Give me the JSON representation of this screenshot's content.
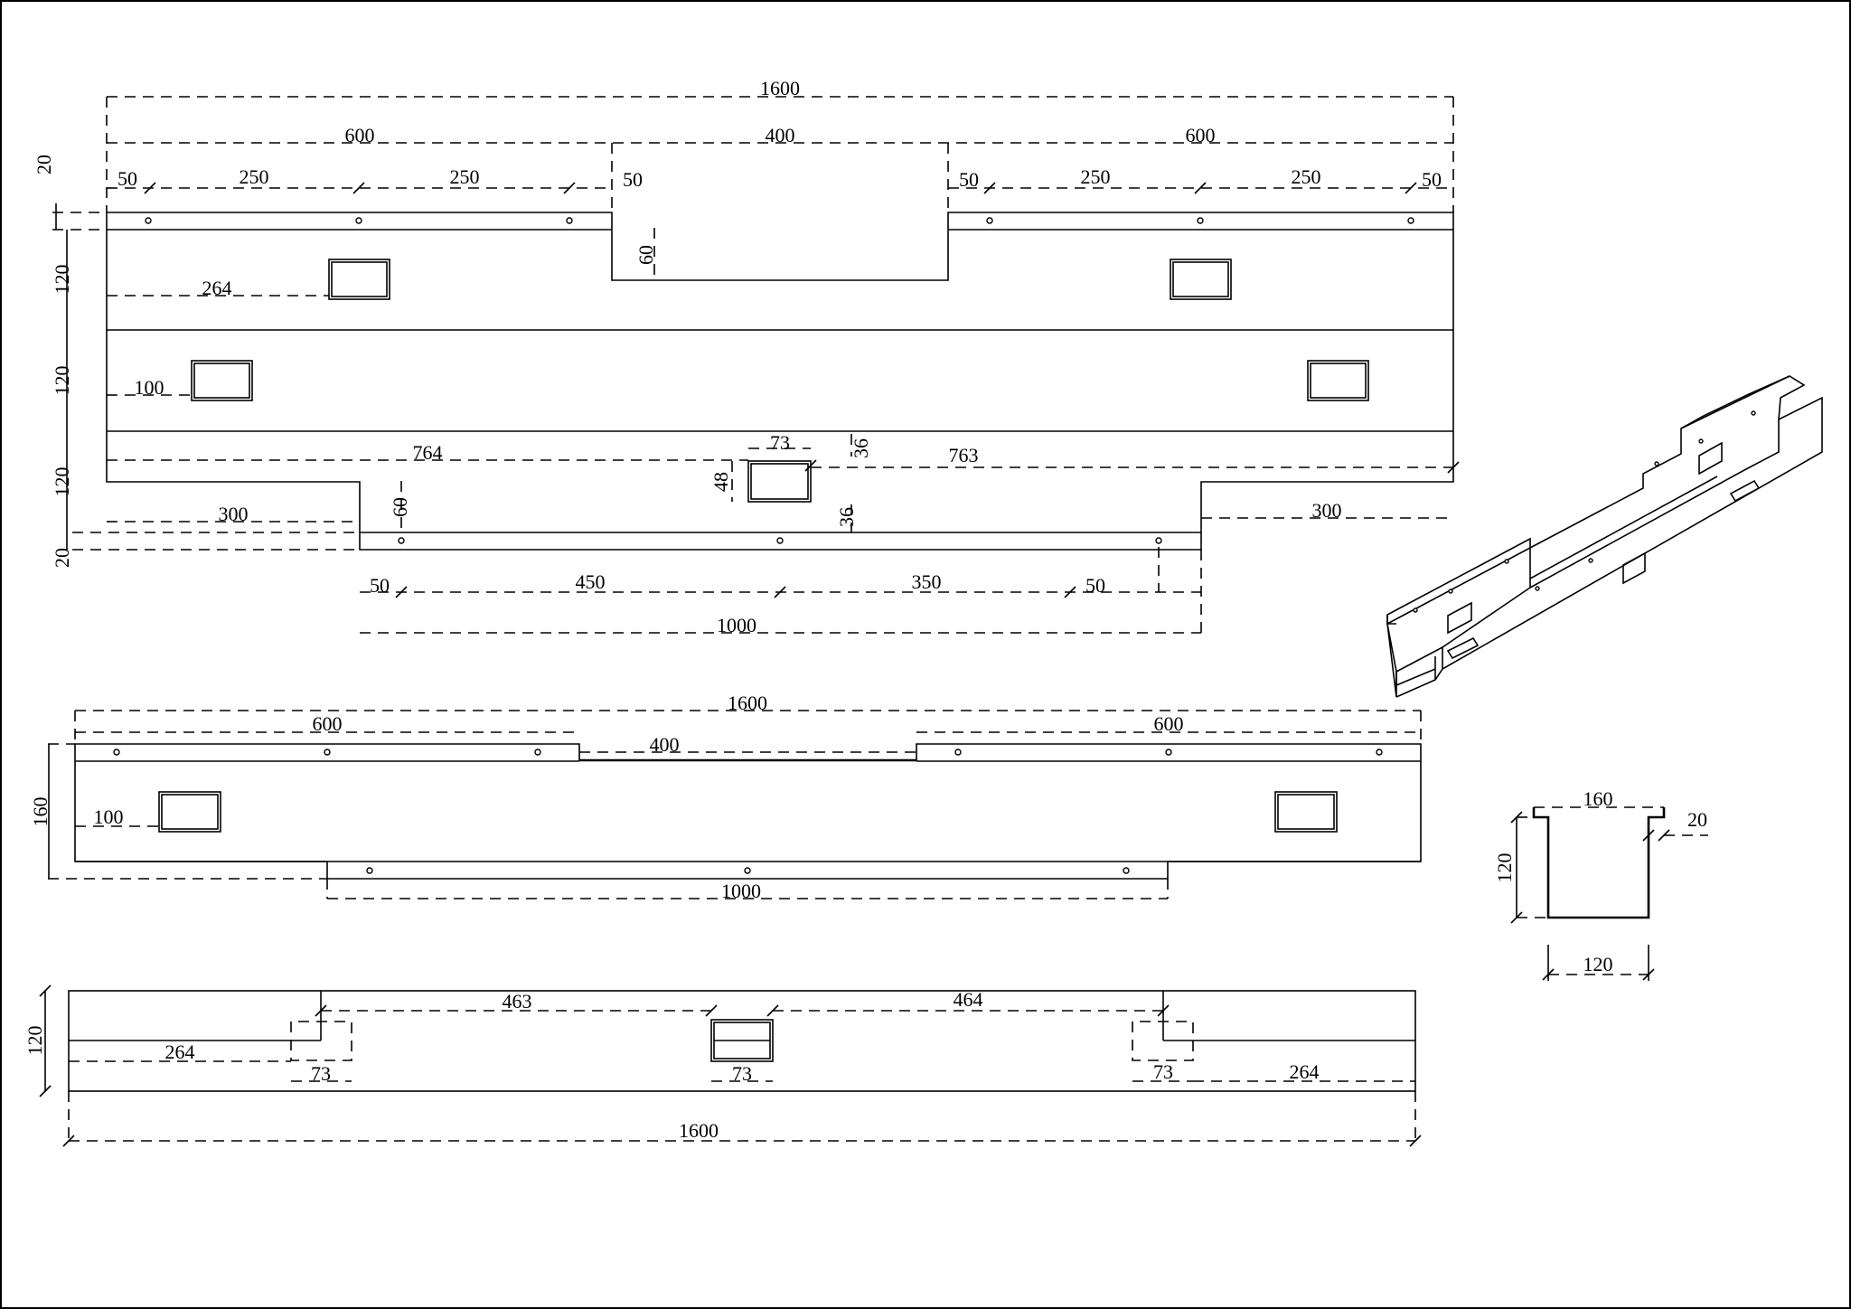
{
  "drawing": {
    "top_view": {
      "overall": "1600",
      "segment_left": "600",
      "segment_mid": "400",
      "segment_right": "600",
      "flange": "20",
      "band_height": "120",
      "notch_depth": "60",
      "hole_edge": "50",
      "hole_pitch": "250",
      "slot_offset_upper": "264",
      "slot_offset_lower": "100",
      "center_slot_left": "764",
      "center_slot_right": "763",
      "center_slot_width": "73",
      "center_slot_height": "48",
      "center_slot_margin": "36",
      "bottom_step": "300",
      "bottom_flange_length": "1000",
      "bottom_pitch_left": "450",
      "bottom_pitch_right": "350"
    },
    "front_view": {
      "overall": "1600",
      "segment_left": "600",
      "segment_mid": "400",
      "segment_right": "600",
      "height": "160",
      "slot_offset": "100",
      "bottom_flange_length": "1000"
    },
    "bottom_view": {
      "height": "120",
      "offset_left": "264",
      "gap_left": "463",
      "gap_right": "464",
      "offset_right": "264",
      "slot_width": "73",
      "overall": "1600"
    },
    "section_view": {
      "top_width": "160",
      "lip": "20",
      "depth": "120",
      "base_width": "120"
    }
  }
}
